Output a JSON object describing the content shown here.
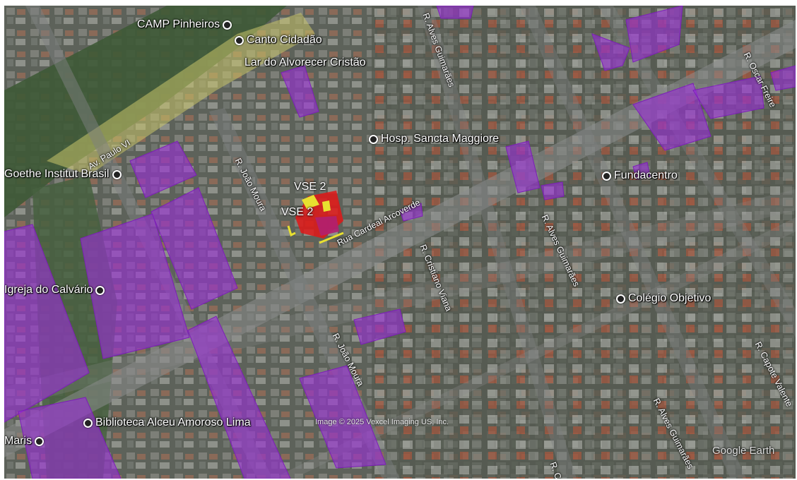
{
  "pois": [
    {
      "id": "camp-pinheiros",
      "label": "CAMP Pinheiros"
    },
    {
      "id": "canto-cidadao",
      "label": "Canto Cidadão"
    },
    {
      "id": "lar-alvorecer",
      "label": "Lar do Alvorecer Cristão"
    },
    {
      "id": "hosp-sancta",
      "label": "Hosp. Sancta Maggiore"
    },
    {
      "id": "goethe",
      "label": "Goethe Institut Brasil"
    },
    {
      "id": "fundacentro",
      "label": "Fundacentro"
    },
    {
      "id": "igreja-calvario",
      "label": "Igreja do Calvário"
    },
    {
      "id": "colegio-objetivo",
      "label": "Colégio Objetivo"
    },
    {
      "id": "biblioteca",
      "label": "Biblioteca Alceu Amoroso Lima"
    },
    {
      "id": "maris",
      "label": "Maris"
    }
  ],
  "streets": [
    {
      "id": "av-paulo-vi",
      "label": "Av. Paulo VI"
    },
    {
      "id": "r-joao-moura-1",
      "label": "R. João Moura"
    },
    {
      "id": "r-joao-moura-2",
      "label": "R. João Moura"
    },
    {
      "id": "rua-cardeal",
      "label": "Rua Cardeal Arcoverde"
    },
    {
      "id": "r-cristiano",
      "label": "R. Cristiano Viana"
    },
    {
      "id": "r-alves-1",
      "label": "R. Alves Guimarães"
    },
    {
      "id": "r-alves-2",
      "label": "R. Alves Guimarães"
    },
    {
      "id": "r-alves-3",
      "label": "R. Alves Guimarães"
    },
    {
      "id": "r-oscar",
      "label": "R. Oscar Freire"
    },
    {
      "id": "r-capote",
      "label": "R. Capote Valente"
    },
    {
      "id": "r-cr",
      "label": "R. Cr"
    }
  ],
  "vse_labels": [
    "VSE 2",
    "VSE 2"
  ],
  "copyright": "Image © 2025 Vexcel Imaging US, Inc.",
  "brand": "Google Earth",
  "colors": {
    "overlay_purple": "#9a2fd6",
    "site_red": "#e01818",
    "site_yellow": "#e8e030"
  }
}
